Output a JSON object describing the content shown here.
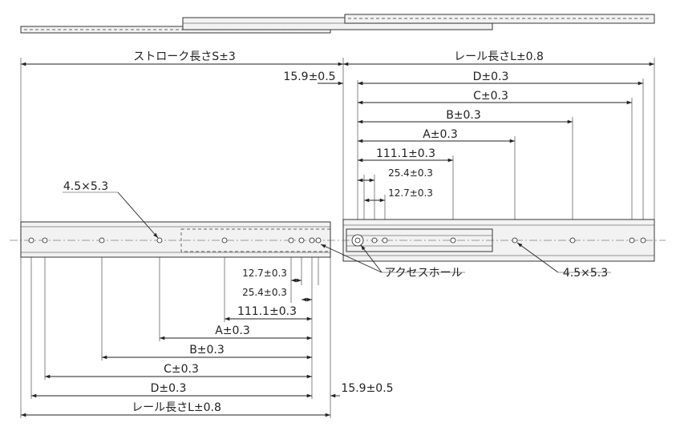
{
  "stroke_label": "ストローク長さS±3",
  "rail_length_label": "レール長さL±0.8",
  "offset_label": "15.9±0.5",
  "hole_label": "4.5×5.3",
  "access_hole_label": "アクセスホール",
  "dims": {
    "d": "D±0.3",
    "c": "C±0.3",
    "b": "B±0.3",
    "a": "A±0.3",
    "p111": "111.1±0.3",
    "p254": "25.4±0.3",
    "p127": "12.7±0.3"
  }
}
